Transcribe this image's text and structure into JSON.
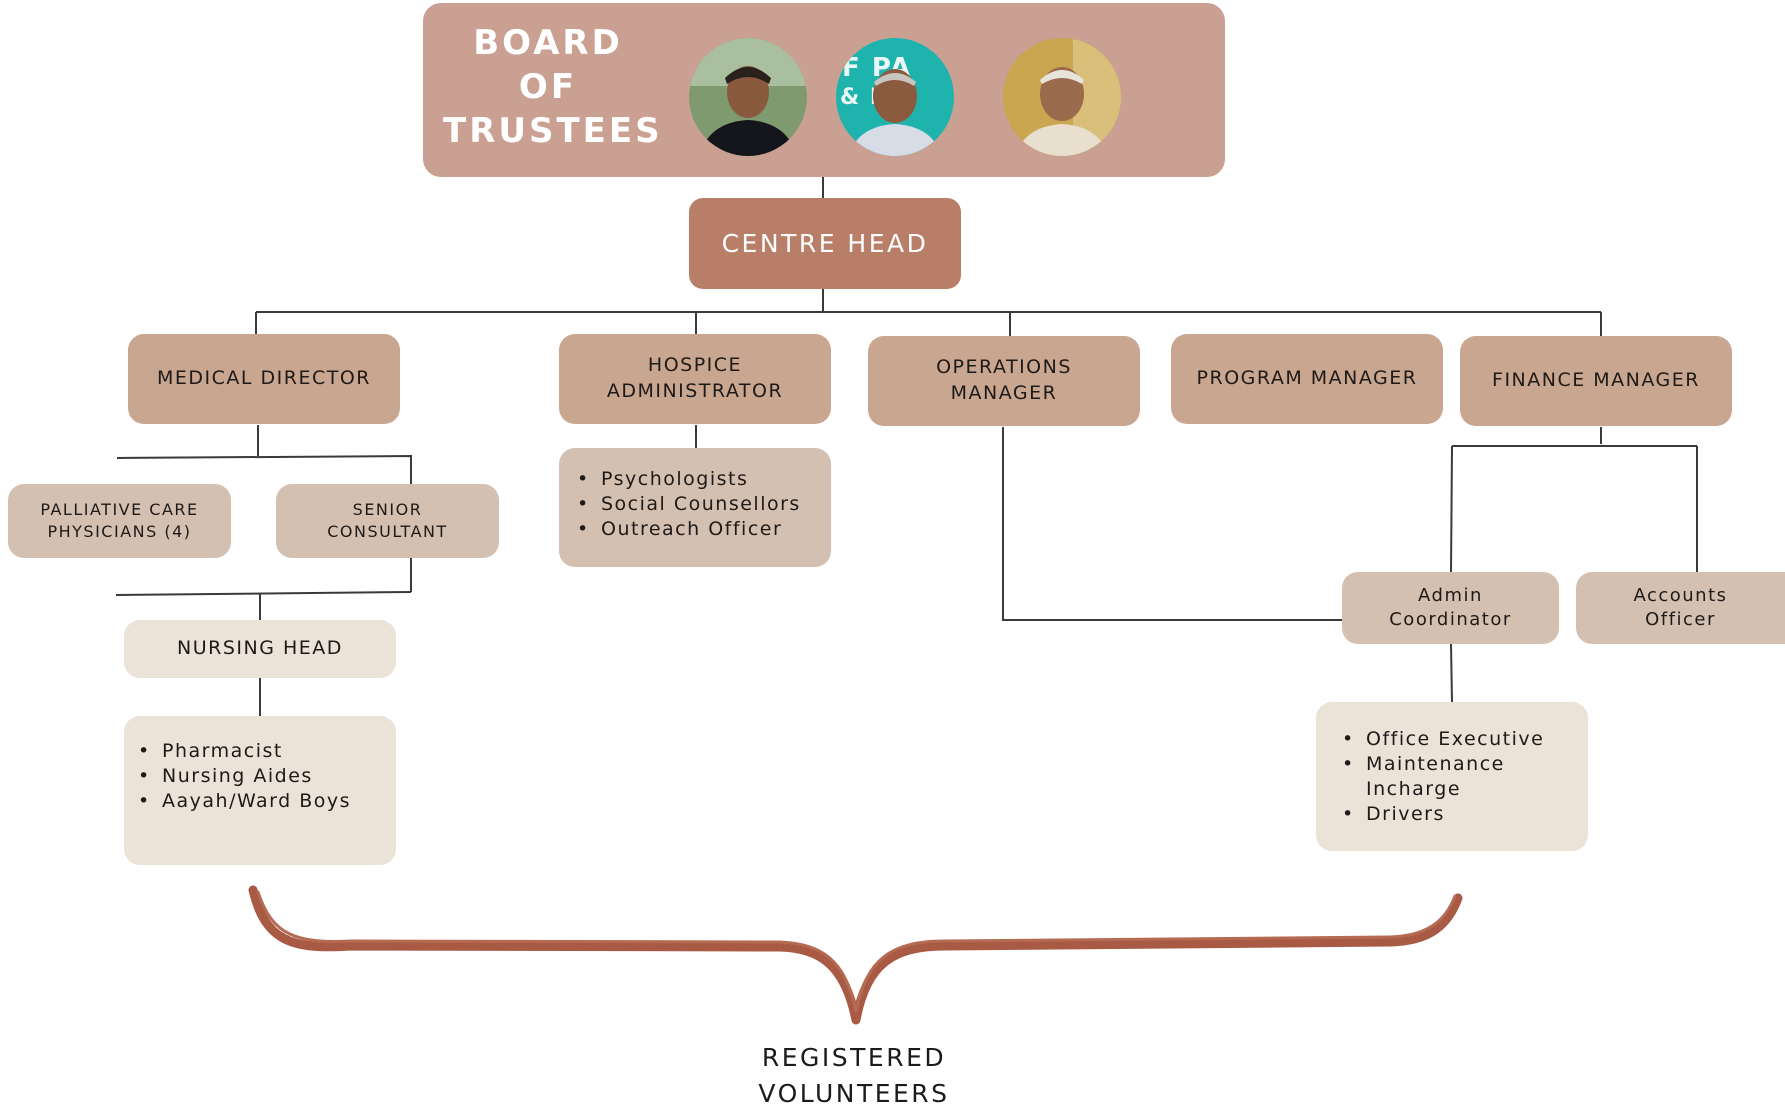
{
  "board": {
    "title": "BOARD\nOF\nTRUSTEES",
    "trustees": [
      {
        "photo": "trustee-photo-1"
      },
      {
        "photo": "trustee-photo-2"
      },
      {
        "photo": "trustee-photo-3"
      }
    ]
  },
  "centre_head": "CENTRE HEAD",
  "managers": {
    "medical_director": "MEDICAL DIRECTOR",
    "hospice_administrator": "HOSPICE\nADMINISTRATOR",
    "operations_manager": "OPERATIONS\nMANAGER",
    "program_manager": "PROGRAM MANAGER",
    "finance_manager": "FINANCE MANAGER"
  },
  "medical": {
    "palliative": "PALLIATIVE CARE\nPHYSICIANS (4)",
    "senior_consultant": "SENIOR\nCONSULTANT",
    "nursing_head": "NURSING HEAD",
    "nursing_staff": [
      "Pharmacist",
      "Nursing Aides",
      "Aayah/Ward Boys"
    ]
  },
  "hospice_staff": [
    "Psychologists",
    "Social Counsellors",
    "Outreach Officer"
  ],
  "finance": {
    "admin_coordinator": "Admin\nCoordinator",
    "accounts_officer": "Accounts\nOfficer",
    "admin_staff": [
      "Office Executive",
      "Maintenance\nIncharge",
      "Drivers"
    ]
  },
  "volunteers": "REGISTERED\nVOLUNTEERS",
  "colors": {
    "board": "#caa093",
    "centre_head": "#b87e68",
    "manager": "#c9a690",
    "sub_role": "#d4c0b1",
    "staff_list": "#ebe2d8",
    "brace": "#a85a44",
    "connector": "#3a3a3a"
  }
}
